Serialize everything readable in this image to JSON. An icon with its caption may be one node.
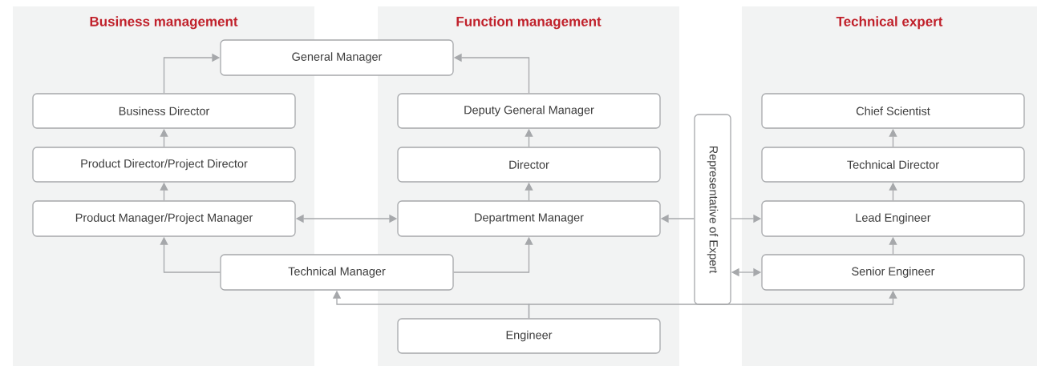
{
  "diagram": {
    "nodes": [
      {
        "text": [
          "Business management"
        ]
      },
      {
        "text": [
          "Function management"
        ]
      },
      {
        "text": [
          "Technical expert"
        ]
      },
      {
        "text": [
          "General Manager"
        ]
      },
      {
        "text": [
          "Business Director"
        ],
        "in": 0
      },
      {
        "text": [
          "Deputy General Manager"
        ],
        "in": 1
      },
      {
        "text": [
          "Chief Scientist"
        ],
        "in": 2
      },
      {
        "text": [
          "Representative of Expert"
        ]
      },
      {
        "text": [
          "Product Director/Project Director"
        ],
        "in": 0
      },
      {
        "text": [
          "Director"
        ],
        "in": 1
      },
      {
        "text": [
          "Technical Director"
        ],
        "in": 2
      },
      {
        "text": [
          "Product Manager/Project Manager"
        ],
        "in": 0
      },
      {
        "text": [
          "Department Manager"
        ],
        "in": 1
      },
      {
        "text": [
          "Lead Engineer"
        ],
        "in": 2
      },
      {
        "text": [
          "Technical Manager"
        ]
      },
      {
        "text": [
          "Senior Engineer"
        ],
        "in": 2
      },
      {
        "text": [
          "Engineer"
        ],
        "in": 1
      }
    ],
    "edges": [
      {
        "from": 4,
        "to": 3,
        "arrow": "to"
      },
      {
        "from": 5,
        "to": 3,
        "arrow": "to"
      },
      {
        "from": 8,
        "to": 4,
        "arrow": "to"
      },
      {
        "from": 9,
        "to": 5,
        "arrow": "to"
      },
      {
        "from": 10,
        "to": 6,
        "arrow": "to"
      },
      {
        "from": 11,
        "to": 8,
        "arrow": "to"
      },
      {
        "from": 12,
        "to": 9,
        "arrow": "to"
      },
      {
        "from": 13,
        "to": 10,
        "arrow": "to"
      },
      {
        "from": 11,
        "to": 12,
        "arrow": "both"
      },
      {
        "from": 7,
        "to": 12,
        "arrow": "to"
      },
      {
        "from": 7,
        "to": 13,
        "arrow": "to"
      },
      {
        "from": 15,
        "to": 13,
        "arrow": "to"
      },
      {
        "from": 14,
        "to": 11,
        "arrow": "to"
      },
      {
        "from": 14,
        "to": 12,
        "arrow": "to"
      },
      {
        "from": 7,
        "to": 15,
        "arrow": "both"
      },
      {
        "from": 16,
        "to": 14,
        "arrow": "to"
      },
      {
        "from": 16,
        "to": 15,
        "arrow": "to"
      }
    ]
  }
}
